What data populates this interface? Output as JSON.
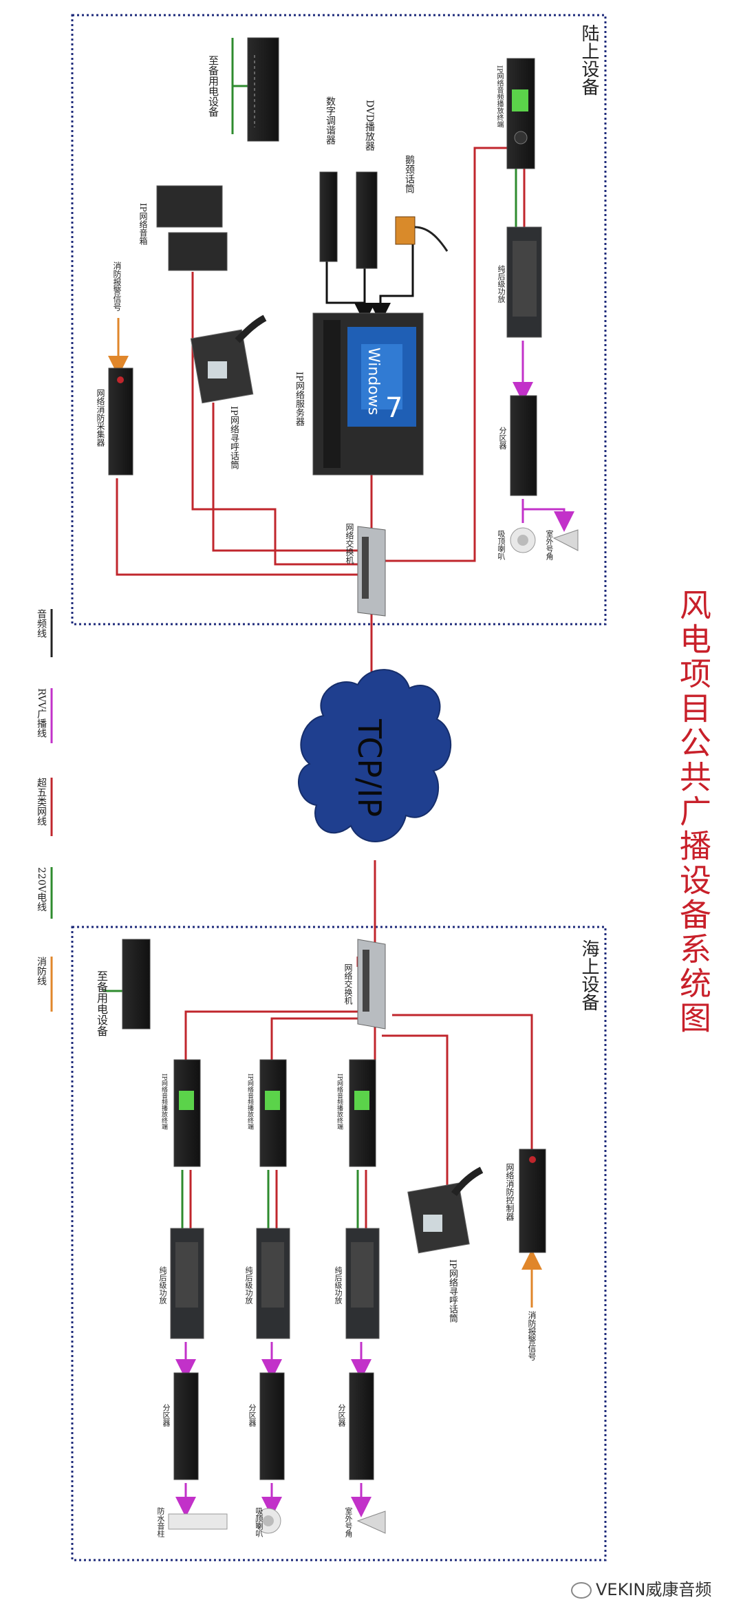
{
  "title": "风电项目公共广播设备系统图",
  "sections": {
    "land": "陆上设备",
    "sea": "海上设备"
  },
  "cloud_label": "TCP/IP",
  "legend": [
    {
      "label": "音频线",
      "color": "#222222"
    },
    {
      "label": "RVV广播线",
      "color": "#c231c9"
    },
    {
      "label": "超五类网线",
      "color": "#c0262c"
    },
    {
      "label": "220V电线",
      "color": "#2e8b2e"
    },
    {
      "label": "消防线",
      "color": "#e0862a"
    }
  ],
  "land_devices": {
    "ip_terminal": "IP网络音频播放终端",
    "backup_power": "至备用电设备",
    "dvd": "DVD播放器",
    "tuner": "数字调谐器",
    "mic": "鹅颈话筒",
    "ip_speaker_cab": "IP网络音箱",
    "fire_signal": "消防报警信号",
    "fire_collector": "网络消防采集器",
    "ip_pager": "IP网络寻呼话筒",
    "server": "IP网络服务器",
    "pre_amp": "纯后级功放",
    "zone": "分区器",
    "switch": "网络交换机",
    "ceiling": "吸顶喇叭",
    "horn": "室外号角"
  },
  "sea_devices": {
    "switch": "网络交换机",
    "backup_power": "至备用电设备",
    "terminal": "IP网络音频播放终端",
    "amp": "纯后级功放",
    "zone": "分区器",
    "ip_pager": "IP网络寻呼话筒",
    "fire_controller": "网络消防控制器",
    "fire_alarm": "消防报警信号",
    "column": "防水音柱",
    "ceiling": "吸顶喇叭",
    "horn": "室外号角"
  },
  "screen_text": "Windows",
  "screen_num": "7",
  "watermark": "VEKIN威康音频",
  "colors": {
    "network": "#c0262c",
    "broadcast": "#c231c9",
    "power": "#2e8b2e",
    "fire": "#e0862a",
    "audio": "#222222",
    "frame": "#1d2a7a",
    "cloud": "#1f3f8f"
  }
}
